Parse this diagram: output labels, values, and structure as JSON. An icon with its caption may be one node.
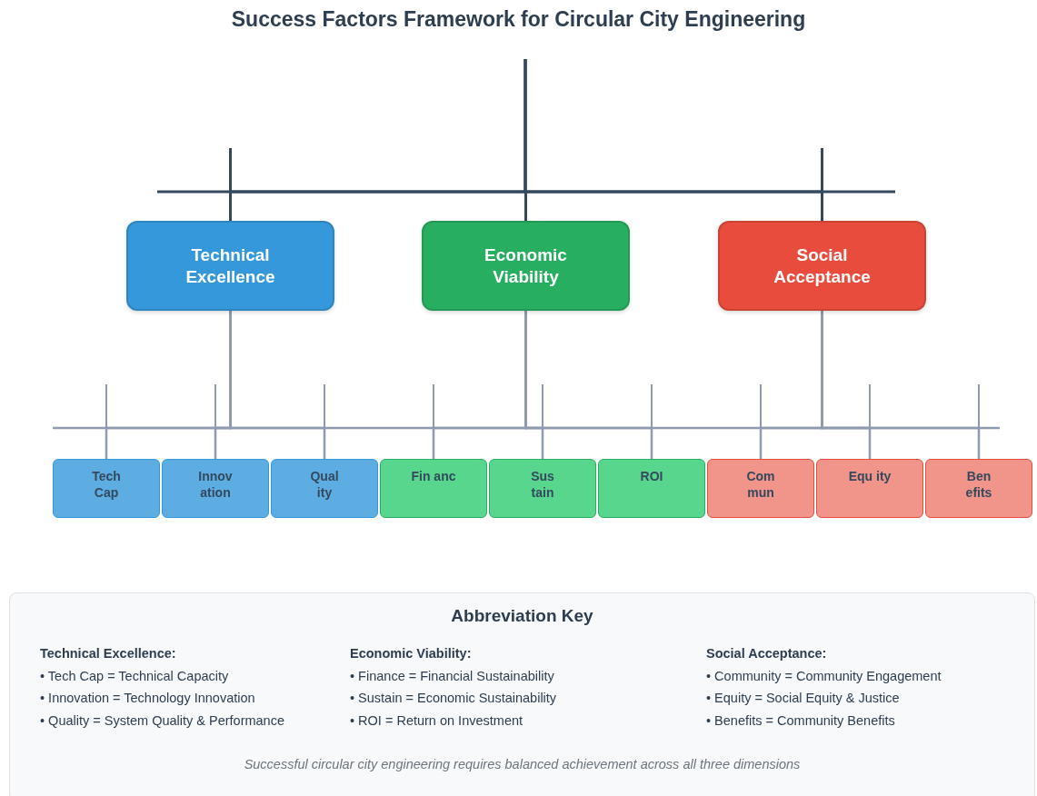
{
  "diagram": {
    "title": "Success Factors Framework for Circular City Engineering",
    "nodes": [
      {
        "text": [
          "Technical Excellence"
        ]
      },
      {
        "text": [
          "Economic Viability"
        ]
      },
      {
        "text": [
          "Social Acceptance"
        ]
      },
      {
        "text": [
          "Tech Cap"
        ]
      },
      {
        "text": [
          "Innov ation"
        ]
      },
      {
        "text": [
          "Qual ity"
        ]
      },
      {
        "text": [
          "Fin anc"
        ]
      },
      {
        "text": [
          "Sus tain"
        ]
      },
      {
        "text": [
          "ROI"
        ]
      },
      {
        "text": [
          "Com mun"
        ]
      },
      {
        "text": [
          "Equ ity"
        ]
      },
      {
        "text": [
          "Ben efits"
        ]
      }
    ],
    "edges": [
      {
        "from": null,
        "to": 0,
        "arrow": "none",
        "color": "#34495e"
      },
      {
        "from": null,
        "to": 1,
        "arrow": "none",
        "color": "#34495e"
      },
      {
        "from": null,
        "to": 2,
        "arrow": "none",
        "color": "#34495e"
      },
      {
        "from": 0,
        "to": 3,
        "arrow": "none"
      },
      {
        "from": 0,
        "to": 4,
        "arrow": "none"
      },
      {
        "from": 0,
        "to": 5,
        "arrow": "none"
      },
      {
        "from": 1,
        "to": 6,
        "arrow": "none"
      },
      {
        "from": 1,
        "to": 7,
        "arrow": "none"
      },
      {
        "from": 1,
        "to": 8,
        "arrow": "none"
      },
      {
        "from": 2,
        "to": 9,
        "arrow": "none"
      },
      {
        "from": 2,
        "to": 10,
        "arrow": "none"
      },
      {
        "from": 2,
        "to": 11,
        "arrow": "none"
      }
    ],
    "labels": [
      "Abbreviation Key",
      "Technical Excellence:",
      "• Tech Cap = Technical Capacity",
      "• Innovation = Technology Innovation",
      "• Quality = System Quality & Performance",
      "Economic Viability:",
      "• Finance = Financial Sustainability",
      "• Sustain = Economic Sustainability",
      "• ROI = Return on Investment",
      "Social Acceptance:",
      "• Community = Community Engagement",
      "• Equity = Social Equity & Justice",
      "• Benefits = Community Benefits",
      "Successful circular city engineering requires balanced achievement across all three dimensions"
    ]
  }
}
